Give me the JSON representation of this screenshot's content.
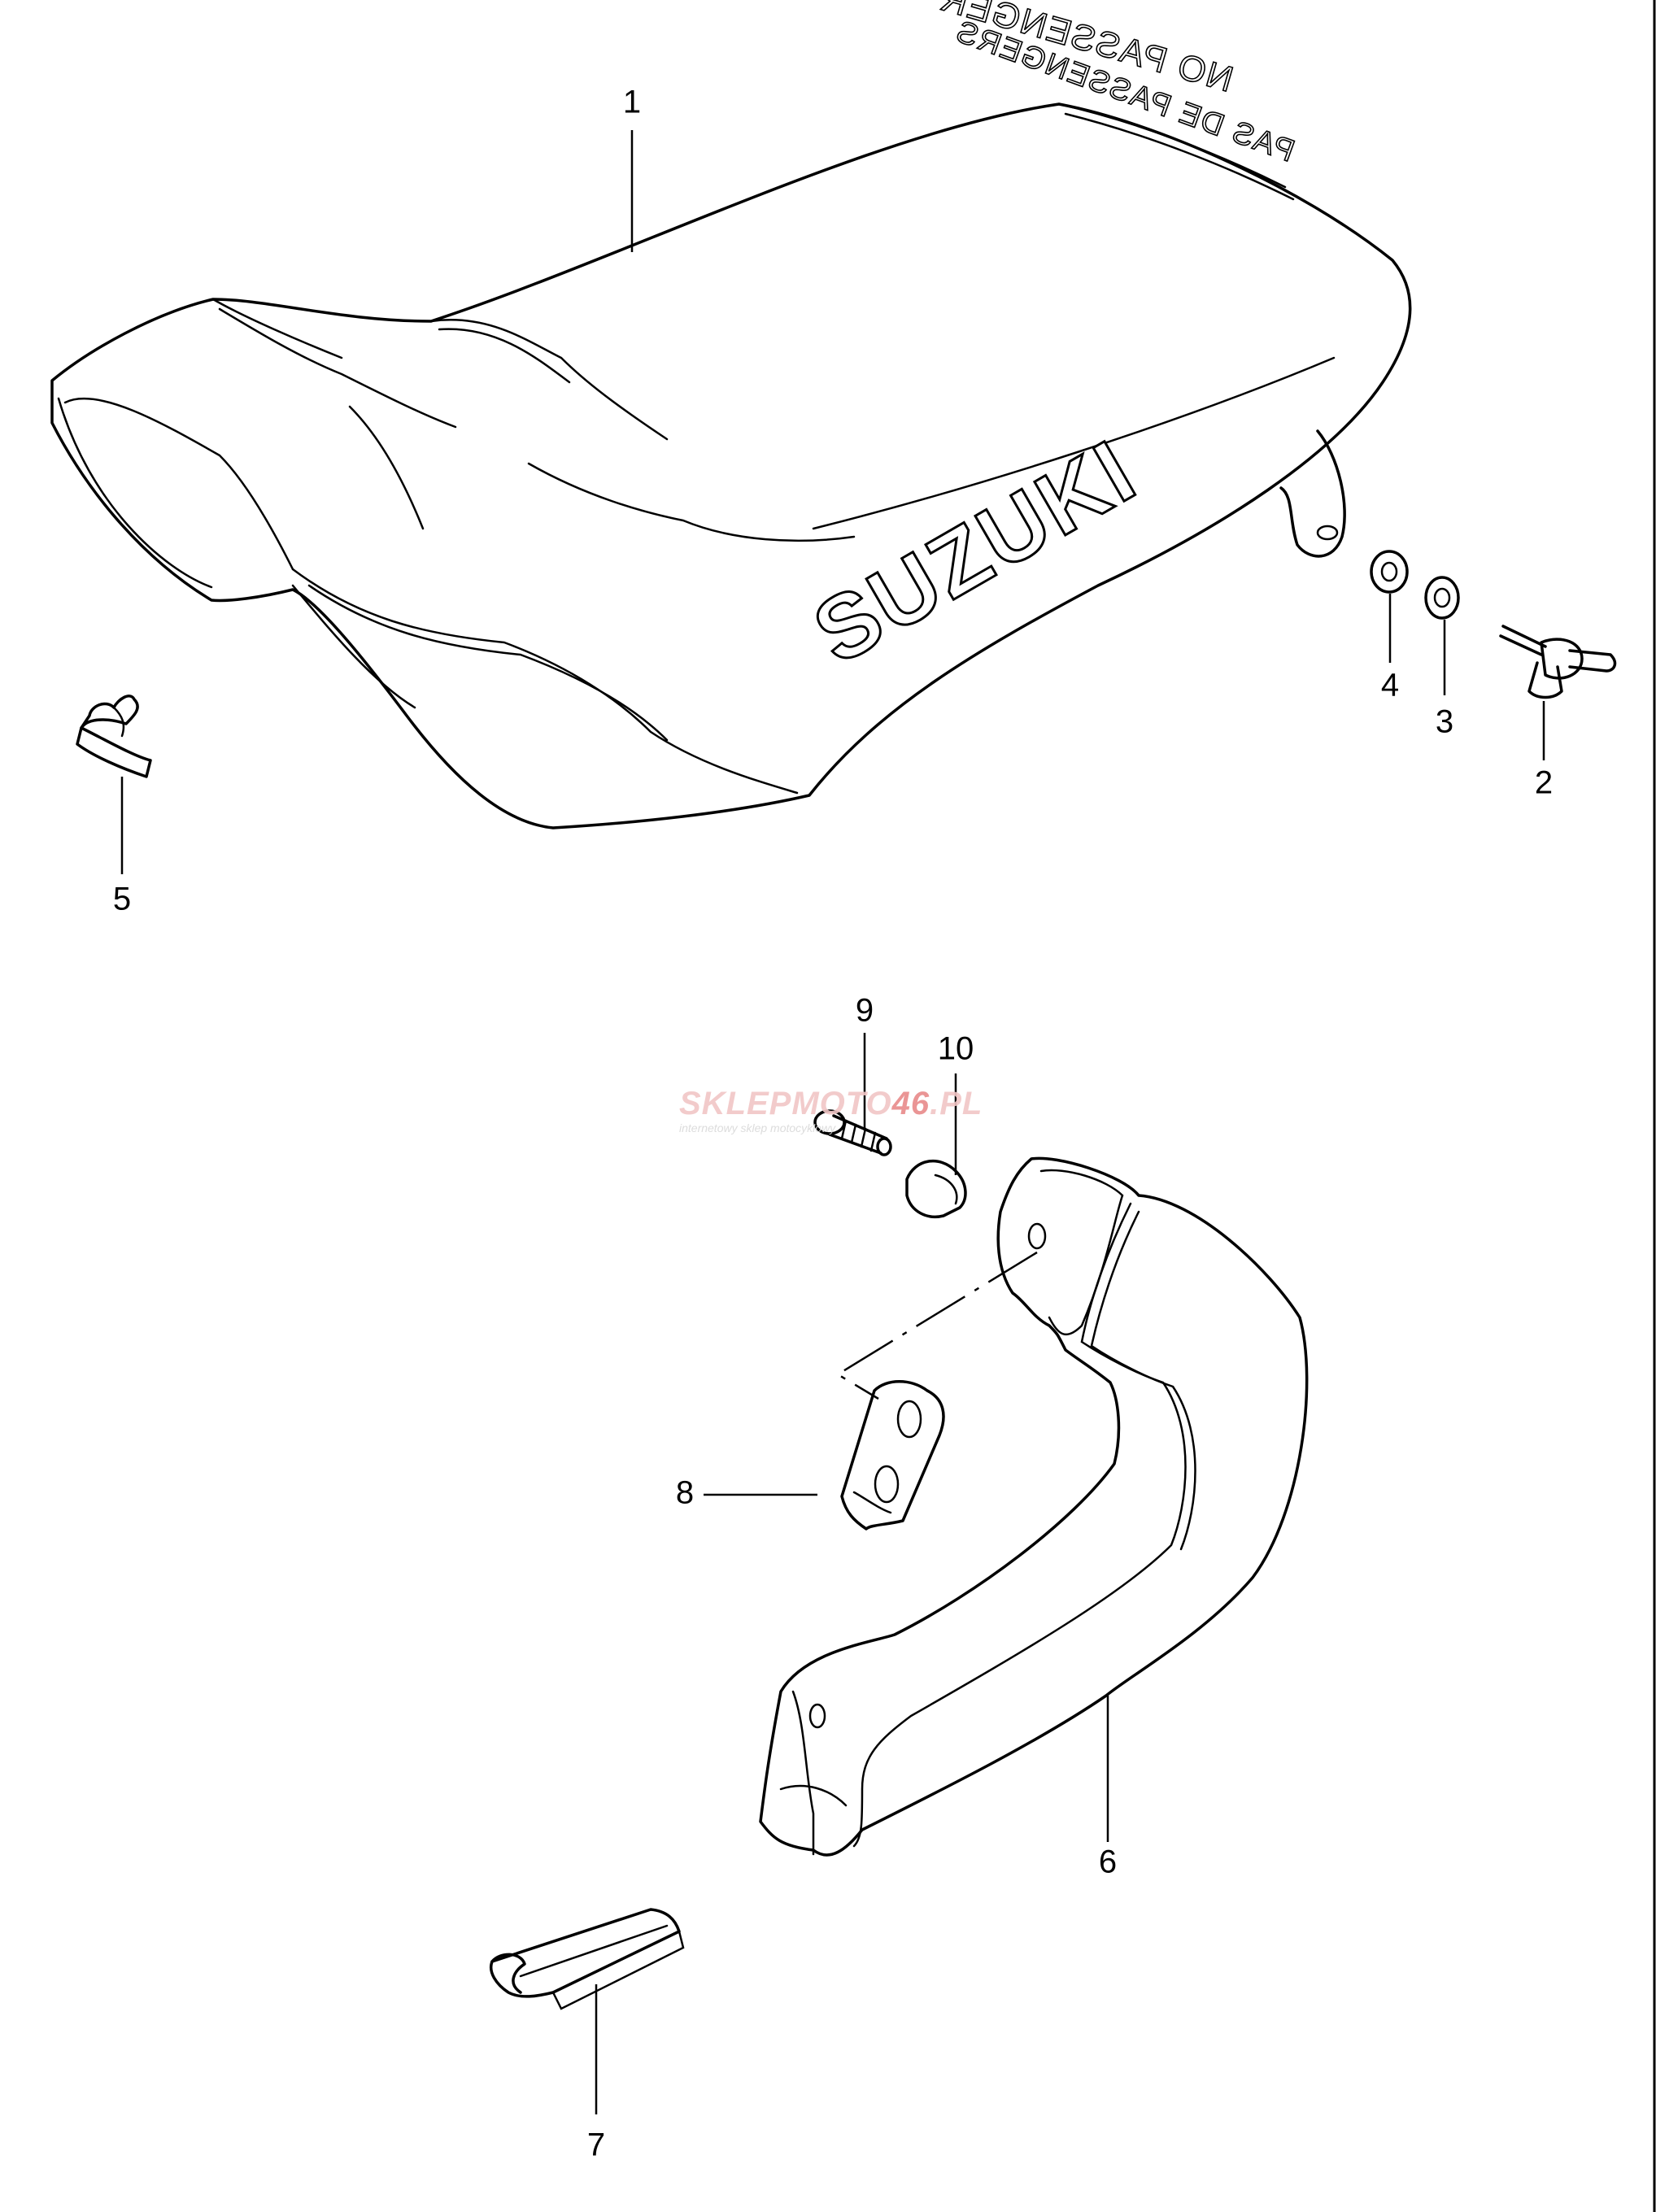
{
  "diagram": {
    "part_numbers": [
      "1",
      "2",
      "3",
      "4",
      "5",
      "6",
      "7",
      "8",
      "9",
      "10"
    ],
    "seat_text": {
      "line1": "NO PASSENGER",
      "line2": "PAS DE PASSENGERS",
      "brand": "SUZUKI"
    },
    "watermark": {
      "text_a": "SKLEPMOTO",
      "text_b": "46",
      "text_c": ".PL",
      "tagline": "internetowy sklep motocyklowy"
    }
  }
}
